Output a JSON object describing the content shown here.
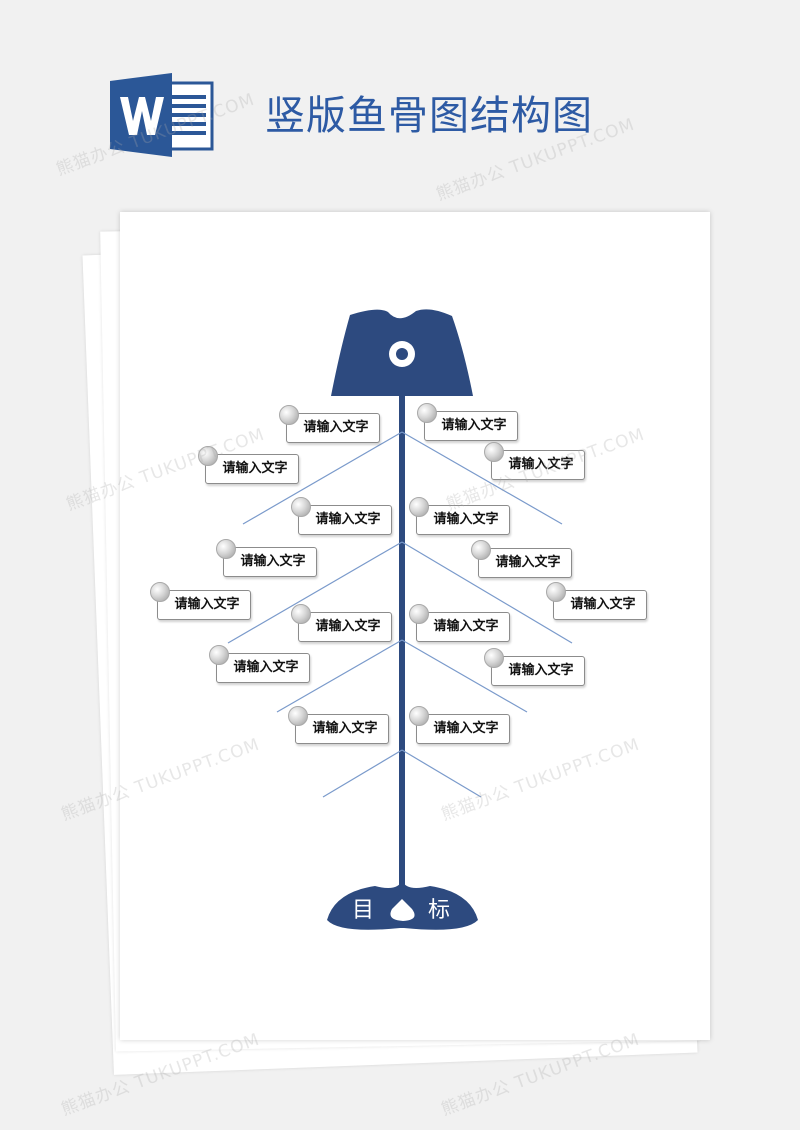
{
  "header": {
    "title": "竖版鱼骨图结构图"
  },
  "icons": {
    "word": "word-document-icon",
    "label_curl": "page-curl-icon"
  },
  "colors": {
    "title": "#2d5aa4",
    "fish": "#2d4a7f",
    "branch": "#7a9acb",
    "word_blue": "#2b5797"
  },
  "diagram": {
    "labels": [
      "请输入文字",
      "请输入文字",
      "请输入文字",
      "请输入文字",
      "请输入文字",
      "请输入文字",
      "请输入文字",
      "请输入文字",
      "请输入文字",
      "请输入文字",
      "请输入文字",
      "请输入文字",
      "请输入文字",
      "请输入文字",
      "请输入文字",
      "请输入文字"
    ],
    "goal": {
      "char1": "目",
      "char2": "标"
    }
  },
  "watermark": {
    "text": "熊猫办公 TUKUPPT.COM"
  }
}
